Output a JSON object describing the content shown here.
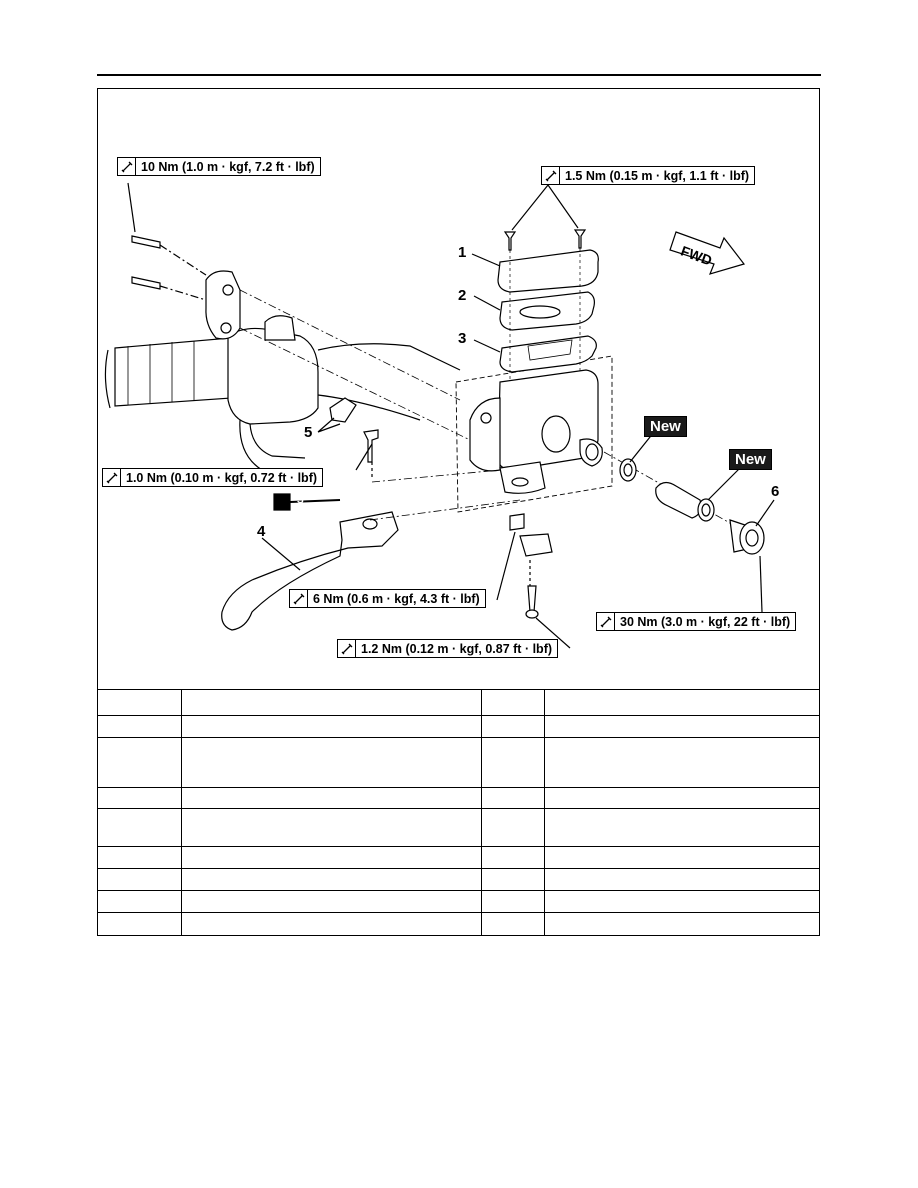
{
  "torque_specs": {
    "handlebar_holder_bolts": "10 Nm (1.0 m · kgf, 7.2 ft · lbf)",
    "reservoir_cap_screws": "1.5 Nm (0.15 m · kgf, 1.1 ft · lbf)",
    "lever_pivot_bolt": "1.0 Nm (0.10 m · kgf, 0.72 ft · lbf)",
    "lever_nut": "6 Nm (0.6 m · kgf, 4.3 ft · lbf)",
    "switch_screw": "1.2 Nm (0.12 m · kgf, 0.87 ft · lbf)",
    "union_bolt": "30 Nm (3.0 m · kgf, 22 ft · lbf)"
  },
  "callouts": [
    "1",
    "2",
    "3",
    "4",
    "5",
    "6"
  ],
  "new_badges": [
    "New",
    "New"
  ],
  "fwd_label": "FWD",
  "grease_label": "S",
  "parts_table": {
    "rows": [
      [
        "",
        "",
        "",
        ""
      ],
      [
        "",
        "",
        "",
        ""
      ],
      [
        "",
        "",
        "",
        ""
      ],
      [
        "",
        "",
        "",
        ""
      ],
      [
        "",
        "",
        "",
        ""
      ],
      [
        "",
        "",
        "",
        ""
      ],
      [
        "",
        "",
        "",
        ""
      ],
      [
        "",
        "",
        "",
        ""
      ],
      [
        "",
        "",
        "",
        ""
      ]
    ]
  }
}
